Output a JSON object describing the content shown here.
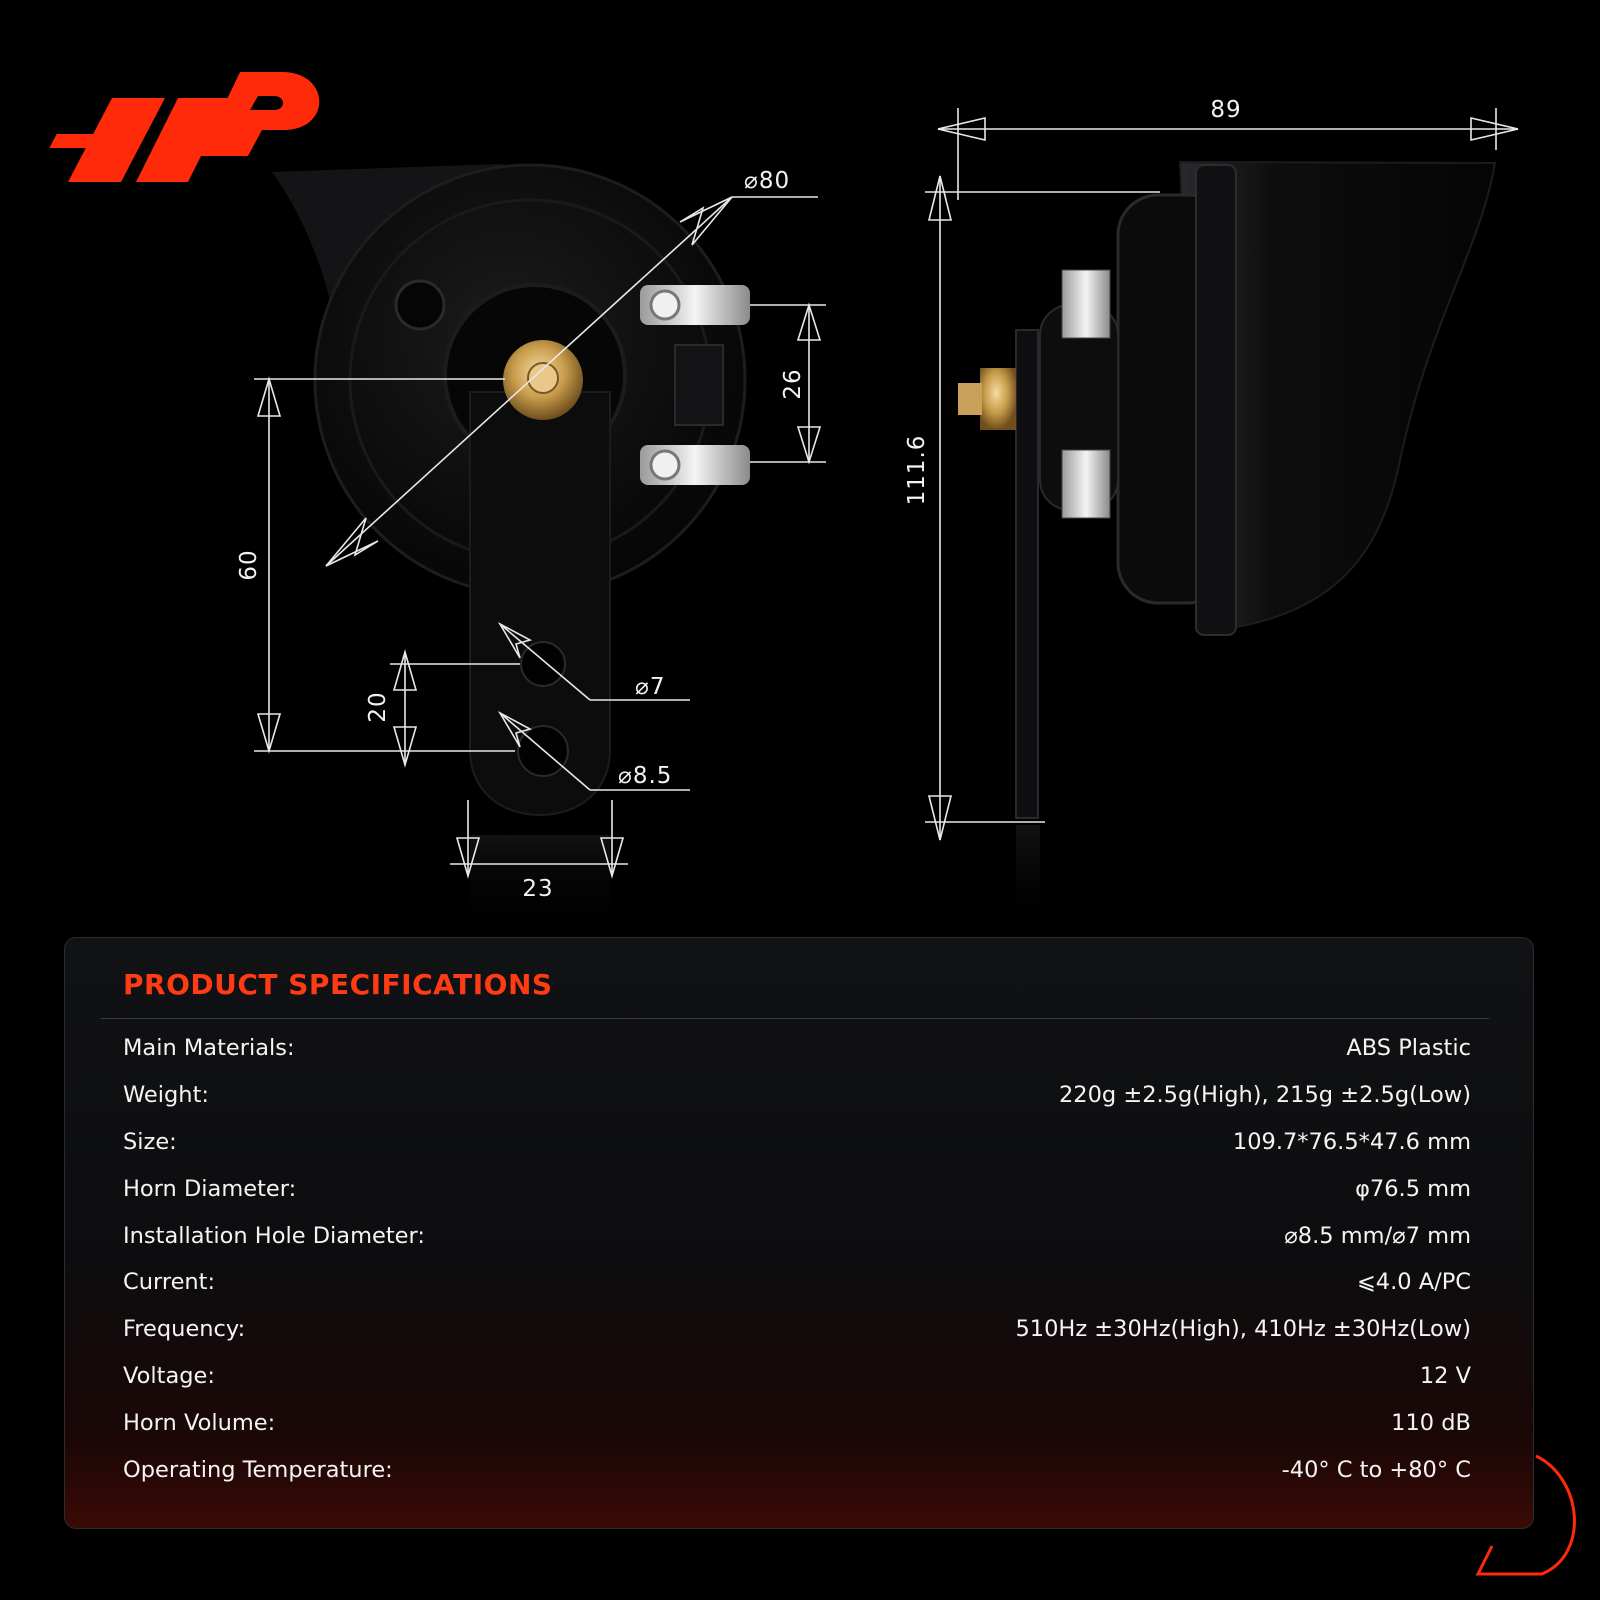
{
  "logo": {
    "alt": "A-Premium logo",
    "color": "#ff2a0a"
  },
  "front_view": {
    "dimensions": {
      "outer_diameter": "⌀80",
      "terminal_spacing": "26",
      "bolt_to_lower_hole": "60",
      "hole_spacing": "20",
      "small_hole": "⌀7",
      "large_hole": "⌀8.5",
      "bracket_width": "23"
    }
  },
  "side_view": {
    "dimensions": {
      "depth": "89",
      "height": "111.6"
    }
  },
  "specs": {
    "title": "PRODUCT SPECIFICATIONS",
    "rows": [
      {
        "label": "Main Materials:",
        "value": "ABS Plastic"
      },
      {
        "label": "Weight:",
        "value": "220g ±2.5g(High), 215g ±2.5g(Low)"
      },
      {
        "label": "Size:",
        "value": "109.7*76.5*47.6 mm"
      },
      {
        "label": "Horn Diameter:",
        "value": "φ76.5 mm"
      },
      {
        "label": "Installation Hole Diameter:",
        "value": "⌀8.5 mm/⌀7 mm"
      },
      {
        "label": "Current:",
        "value": "⩽4.0 A/PC"
      },
      {
        "label": "Frequency:",
        "value": "510Hz ±30Hz(High), 410Hz ±30Hz(Low)"
      },
      {
        "label": "Voltage:",
        "value": "12 V"
      },
      {
        "label": "Horn Volume:",
        "value": "110 dB"
      },
      {
        "label": "Operating Temperature:",
        "value": "-40° C to +80° C"
      }
    ]
  },
  "colors": {
    "accent": "#ff3b14",
    "background": "#000000",
    "card": "#111215",
    "line": "#e8e8e8"
  }
}
